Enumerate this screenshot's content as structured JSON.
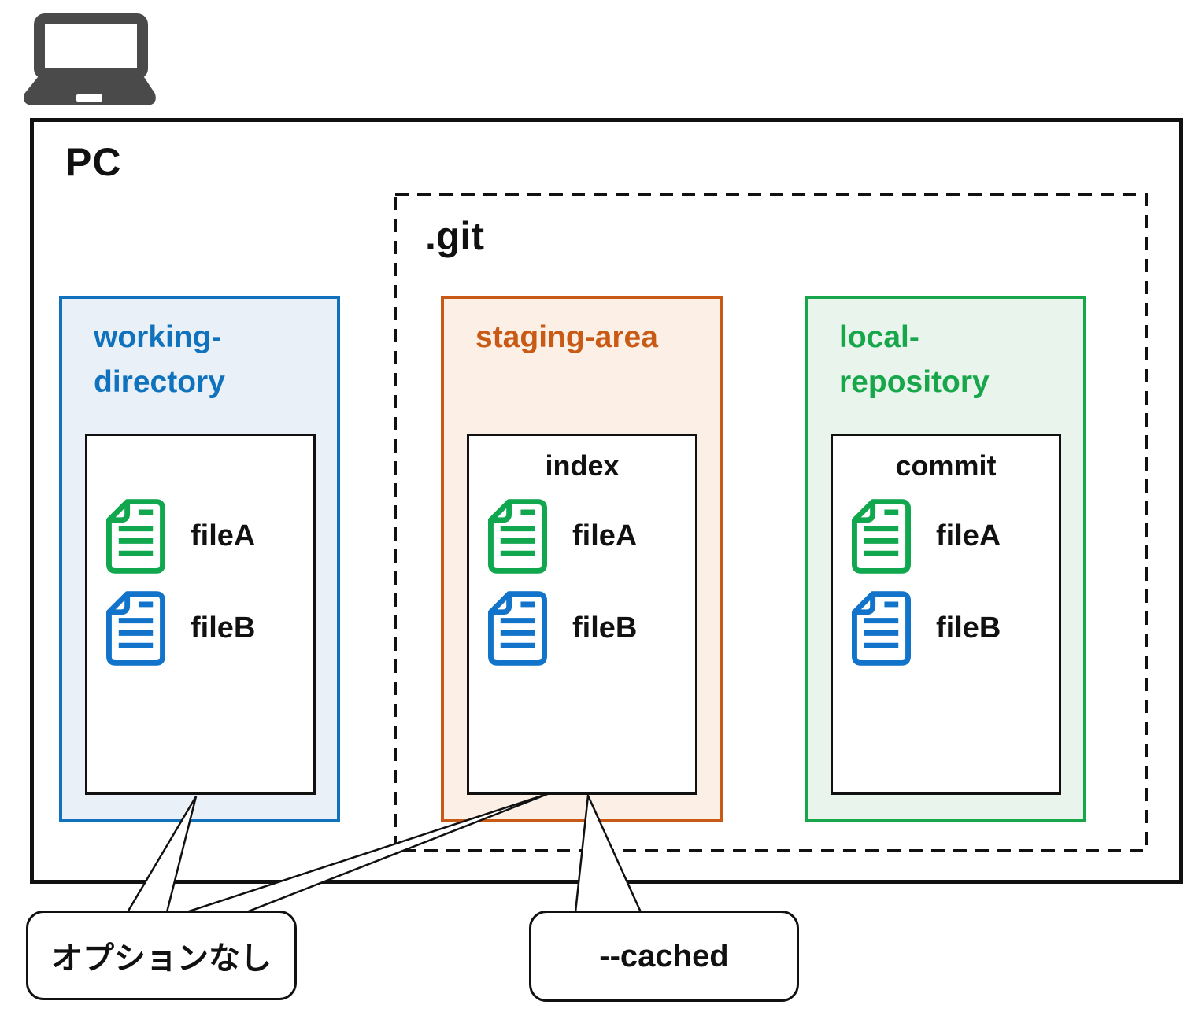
{
  "device": {
    "icon": "laptop-icon"
  },
  "pc": {
    "label": "PC"
  },
  "git": {
    "label": ".git"
  },
  "areas": [
    {
      "id": "working-directory",
      "label": "working-directory",
      "inner_title": "",
      "border_color": "#1072BC",
      "fill_color": "#E9F0F8",
      "files": [
        {
          "name": "fileA",
          "icon": "document-icon",
          "icon_color": "#10A74F"
        },
        {
          "name": "fileB",
          "icon": "document-icon",
          "icon_color": "#1173C9"
        }
      ]
    },
    {
      "id": "staging-area",
      "label": "staging-area",
      "inner_title": "index",
      "border_color": "#C85A15",
      "fill_color": "#FBEFE6",
      "files": [
        {
          "name": "fileA",
          "icon": "document-icon",
          "icon_color": "#10A74F"
        },
        {
          "name": "fileB",
          "icon": "document-icon",
          "icon_color": "#1173C9"
        }
      ]
    },
    {
      "id": "local-repository",
      "label": "local-repository",
      "inner_title": "commit",
      "border_color": "#17A74A",
      "fill_color": "#E8F4EC",
      "files": [
        {
          "name": "fileA",
          "icon": "document-icon",
          "icon_color": "#10A74F"
        },
        {
          "name": "fileB",
          "icon": "document-icon",
          "icon_color": "#1173C9"
        }
      ]
    }
  ],
  "callouts": [
    {
      "label": "オプションなし",
      "points_to": [
        "working-directory",
        "index"
      ]
    },
    {
      "label": "--cached",
      "points_to": [
        "index"
      ]
    }
  ],
  "colors": {
    "outline": "#111111",
    "laptop_gray": "#4A4A4A",
    "blue": "#1072BC",
    "blue_fill": "#E9F0F8",
    "orange": "#C85A15",
    "orange_fill": "#FBEFE6",
    "green": "#17A74A",
    "green_fill": "#E8F4EC",
    "file_icon_green": "#10A74F",
    "file_icon_blue": "#1173C9"
  }
}
